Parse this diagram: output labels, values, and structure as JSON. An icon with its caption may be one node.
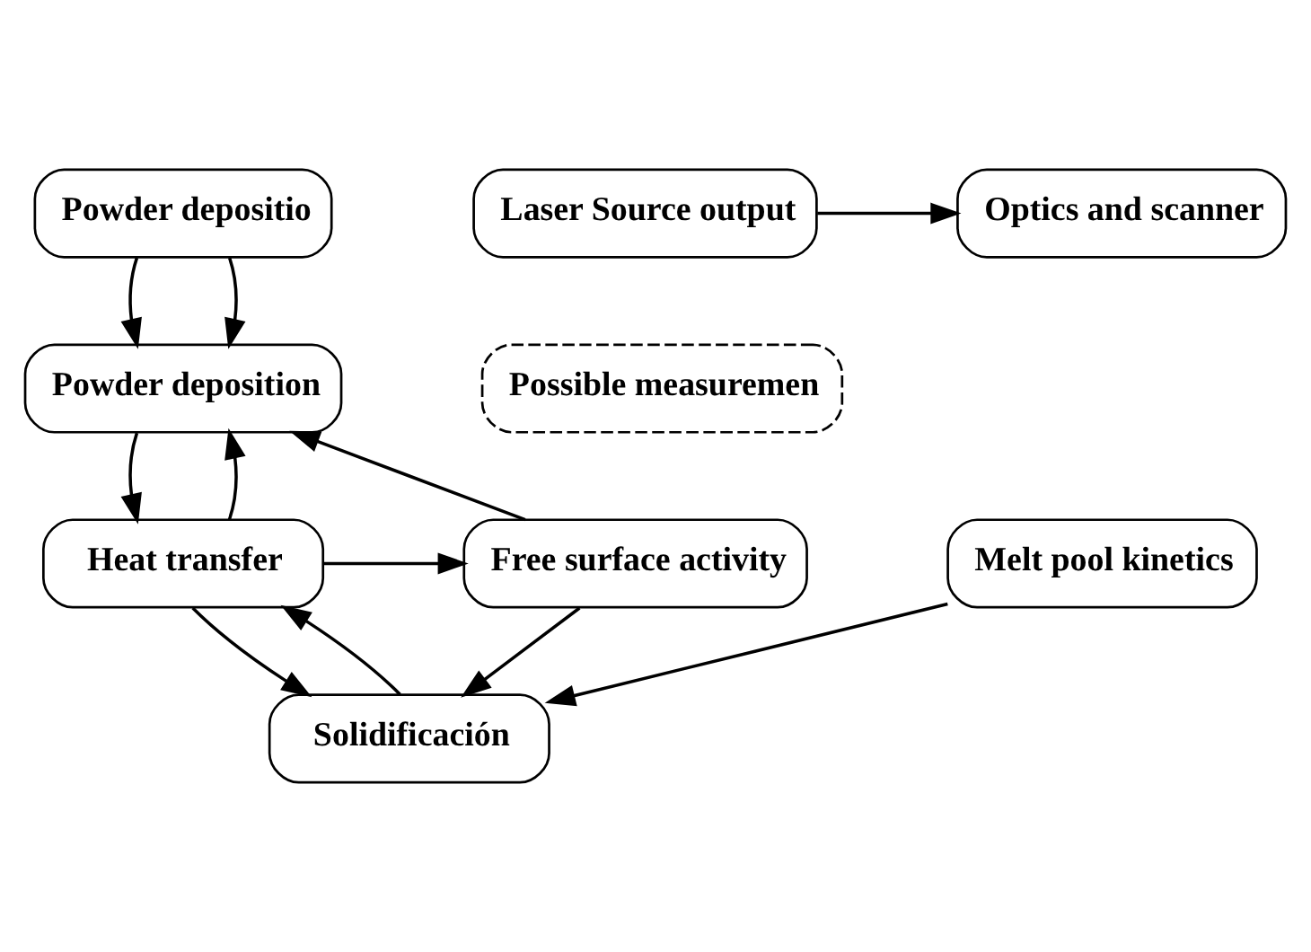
{
  "diagram": {
    "nodes": [
      {
        "text": [
          "Powder depositio"
        ]
      },
      {
        "text": [
          "Optics and scanner"
        ]
      },
      {
        "text": [
          "Laser Source output"
        ]
      },
      {
        "text": [
          "Powder deposition"
        ]
      },
      {
        "text": [
          "Possible measuremen"
        ]
      },
      {
        "text": [
          "Heat transfer"
        ]
      },
      {
        "text": [
          "Free surface activity"
        ]
      },
      {
        "text": [
          "Melt pool kinetics"
        ]
      },
      {
        "text": [
          "Solidificación"
        ]
      }
    ],
    "edges": [
      {
        "from": 2,
        "to": 1,
        "arrow": "to"
      },
      {
        "from": 0,
        "to": 3,
        "arrow": "to"
      },
      {
        "from": 0,
        "to": 3,
        "arrow": "to"
      },
      {
        "from": 6,
        "to": 3,
        "arrow": "to"
      },
      {
        "from": 3,
        "to": 5,
        "arrow": "to"
      },
      {
        "from": 5,
        "to": 3,
        "arrow": "to"
      },
      {
        "from": 5,
        "to": 6,
        "arrow": "to"
      },
      {
        "from": 5,
        "to": 8,
        "arrow": "to"
      },
      {
        "from": 8,
        "to": 5,
        "arrow": "to"
      },
      {
        "from": 7,
        "to": 8,
        "arrow": "to"
      },
      {
        "from": 6,
        "to": 8,
        "arrow": "to"
      }
    ]
  }
}
